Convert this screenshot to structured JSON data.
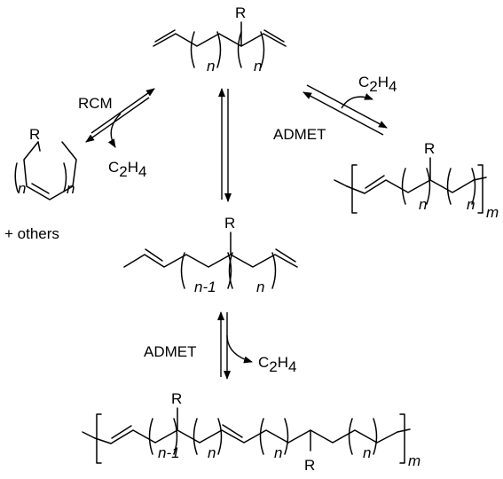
{
  "substituent": "R",
  "repeat_n": "n",
  "repeat_n_minus_1": "n-1",
  "repeat_m": "m",
  "reactions": {
    "rcm": "RCM",
    "admet_top": "ADMET",
    "admet_bottom": "ADMET"
  },
  "byproduct": {
    "element": "C",
    "c_count": "2",
    "h": "H",
    "h_count": "4"
  },
  "others_label": "+ others"
}
